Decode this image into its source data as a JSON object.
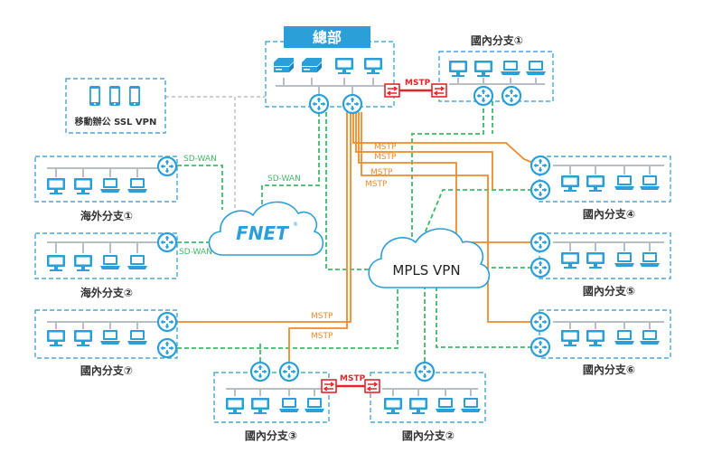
{
  "colors": {
    "blue": "#2a9fd8",
    "dashed_box": "#4aa9d9",
    "green": "#3fb96a",
    "orange": "#ef8a2a",
    "red": "#e5252a",
    "gray": "#b9bec4",
    "text": "#333333"
  },
  "hq": {
    "title": "總部"
  },
  "mobile": {
    "label": "移動辦公 SSL VPN"
  },
  "clouds": {
    "fnet": "FNET",
    "fnet_mark": "®",
    "mpls": "MPLS VPN"
  },
  "links": {
    "mstp": "MSTP",
    "sdwan": "SD-WAN"
  },
  "sites": {
    "b1": "國內分支①",
    "b2": "國內分支②",
    "b3": "國內分支③",
    "b4": "國內分支④",
    "b5": "國內分支⑤",
    "b6": "國內分支⑥",
    "b7": "國內分支⑦",
    "o1": "海外分支①",
    "o2": "海外分支②"
  },
  "icons": [
    "router-icon",
    "computer-icon",
    "laptop-icon",
    "server-icon",
    "phone-icon",
    "firewall-icon",
    "cloud-icon"
  ]
}
